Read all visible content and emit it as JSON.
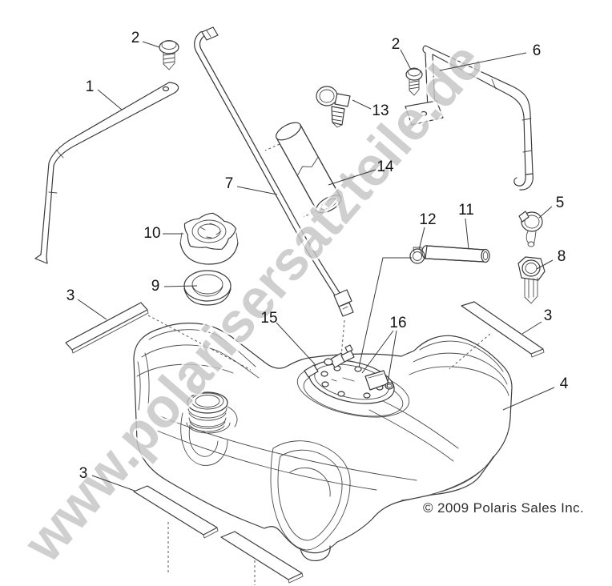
{
  "watermark": {
    "text": "www.polarisersatzteile.de"
  },
  "copyright": {
    "text": "© 2009 Polaris Sales Inc."
  },
  "callouts": {
    "c1": "1",
    "c2a": "2",
    "c2b": "2",
    "c3a": "3",
    "c3b": "3",
    "c3c": "3",
    "c4": "4",
    "c5": "5",
    "c6": "6",
    "c7": "7",
    "c8": "8",
    "c9": "9",
    "c10": "10",
    "c11": "11",
    "c12": "12",
    "c13": "13",
    "c14": "14",
    "c15": "15",
    "c16": "16"
  },
  "colors": {
    "background": "#ffffff",
    "line_art": "#3a3a3a",
    "callout_text": "#141414",
    "watermark_gray": "#c5c5c5",
    "copyright_text": "#2f2f2f"
  }
}
